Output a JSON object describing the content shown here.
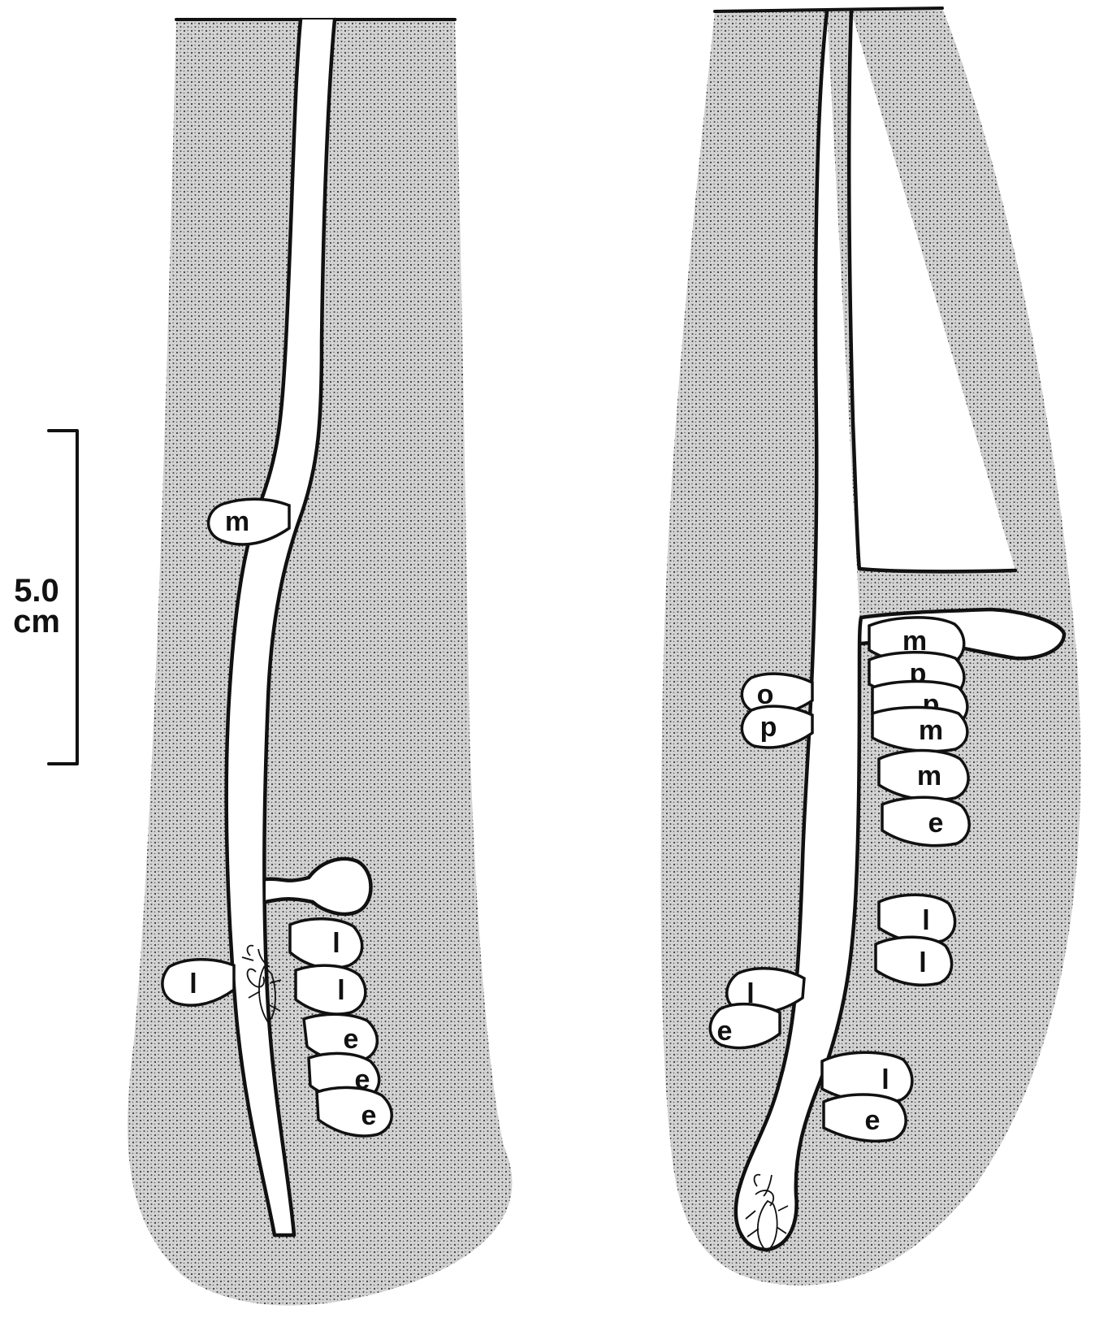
{
  "scale_bar": {
    "value": "5.0",
    "unit": "cm"
  },
  "colors": {
    "soil_fill": "#d0d0d0",
    "soil_dots": "#3a3a3a",
    "ink": "#111111"
  },
  "nests": [
    {
      "name": "left",
      "cells": [
        "m",
        "l",
        "l",
        "l",
        "e",
        "e",
        "e"
      ]
    },
    {
      "name": "right",
      "cells": [
        "m",
        "p",
        "p",
        "m",
        "m",
        "e",
        "o",
        "p",
        "l",
        "l",
        "l",
        "e",
        "l",
        "e"
      ]
    }
  ]
}
